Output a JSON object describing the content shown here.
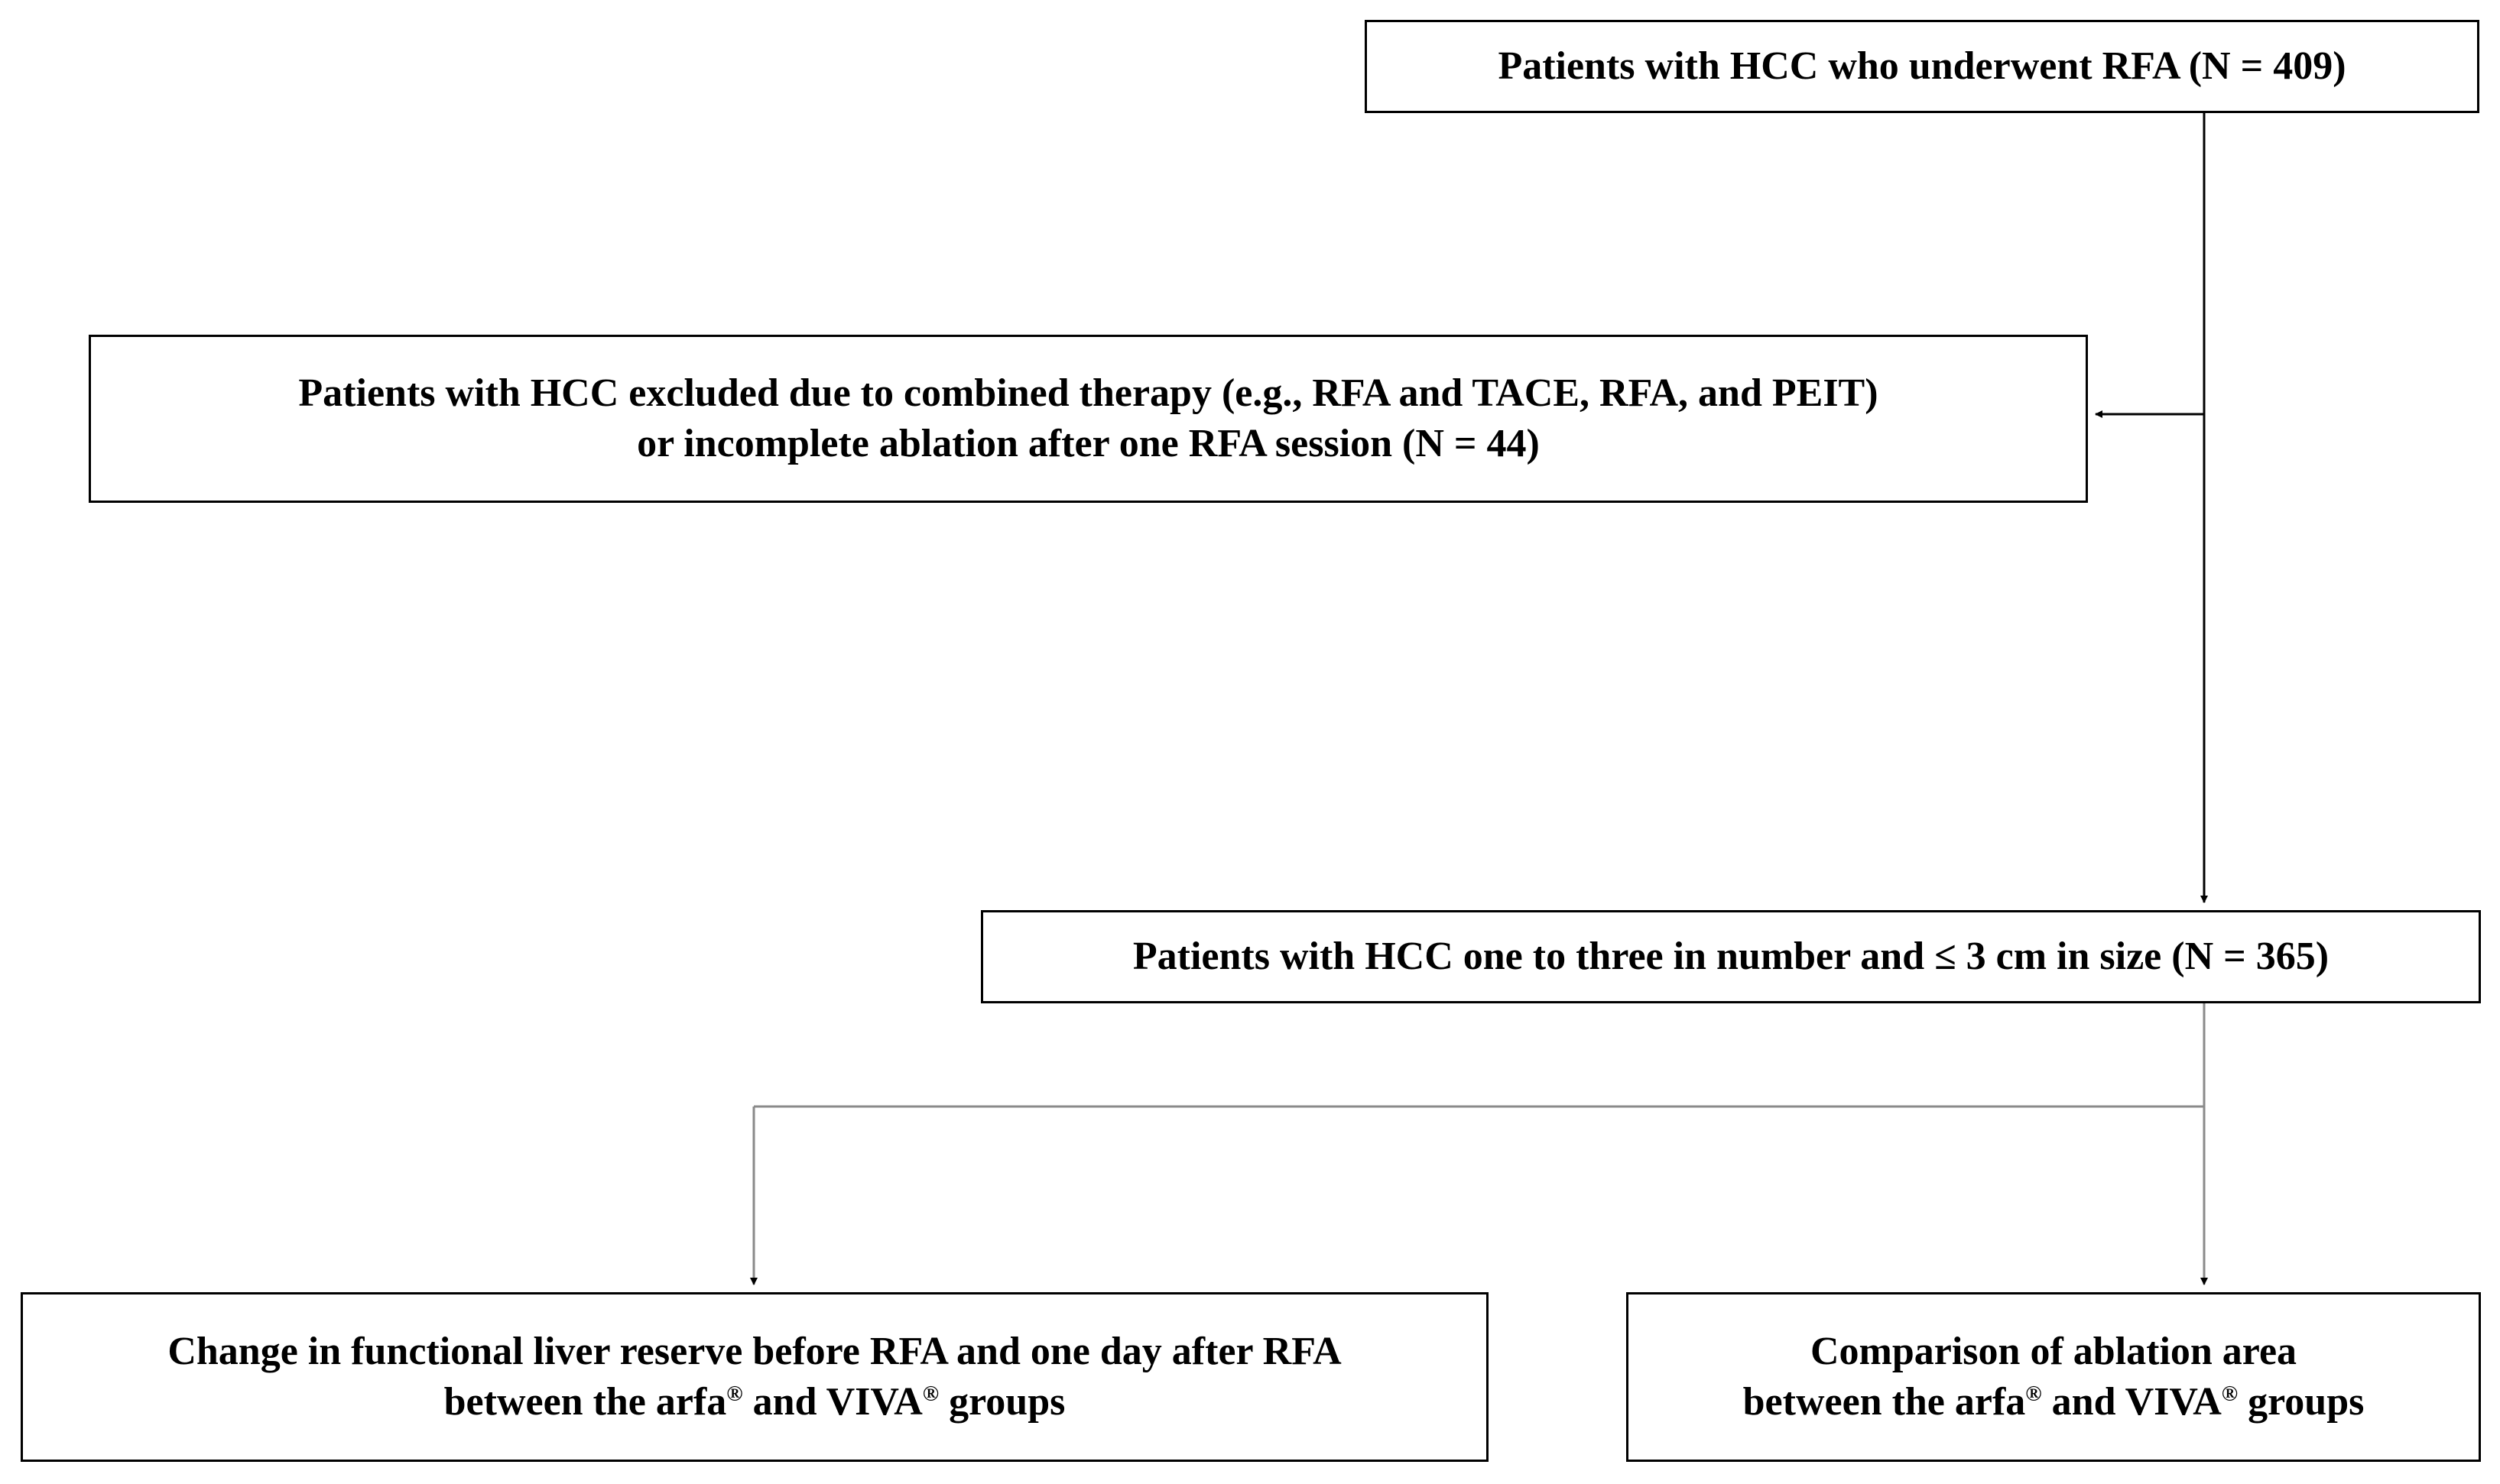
{
  "boxes": {
    "total": {
      "lines": [
        "Patients with HCC who underwent RFA (N = 409)"
      ]
    },
    "excluded": {
      "line1": "Patients with HCC excluded due to combined therapy (e.g., RFA and TACE, RFA, and PEIT)",
      "line2": "or incomplete ablation after one RFA session (N = 44)"
    },
    "included": {
      "lines": [
        "Patients with HCC one to three in number and ≤ 3 cm in size (N = 365)"
      ]
    },
    "outcome_liver": {
      "line1": "Change in functional liver reserve before RFA and one day after RFA",
      "line2_pre": "between the arfa",
      "line2_mid": " and VIVA",
      "line2_post": " groups",
      "registered_mark": "®"
    },
    "outcome_ablation": {
      "line1": "Comparison of ablation area",
      "line2_pre": "between the arfa",
      "line2_mid": " and VIVA",
      "line2_post": " groups",
      "registered_mark": "®"
    }
  },
  "colors": {
    "line": "#000000",
    "branch_line": "#8a8a8a",
    "background": "#ffffff"
  }
}
